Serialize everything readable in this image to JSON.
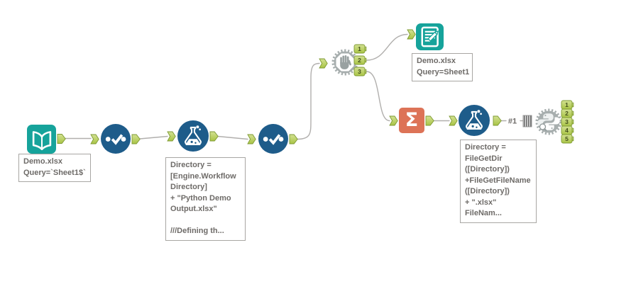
{
  "colors": {
    "teal": "#16a39b",
    "blue": "#1e5c8a",
    "salmon": "#dd7357",
    "gear_gray": "#a7aeae",
    "anchor_green": "#a9c445",
    "anchor_border": "#7e9a33",
    "wire_gray": "#b1afad",
    "annotation_text": "#6e6b68"
  },
  "tools": {
    "input_data": {
      "icon": "open-book-icon",
      "annotation": "Demo.xlsx\nQuery=`Sheet1$`"
    },
    "select_1": {
      "icon": "select-check-icon"
    },
    "formula_1": {
      "icon": "flask-icon",
      "annotation": "Directory =\n[Engine.Workflow\nDirectory]\n+ \"Python Demo\nOutput.xlsx\"\n\n///Defining th..."
    },
    "select_2": {
      "icon": "select-check-icon"
    },
    "block_until_done": {
      "icon": "stop-hand-gear-icon",
      "output_labels": [
        "1",
        "2",
        "3"
      ]
    },
    "output_data": {
      "icon": "write-document-icon",
      "annotation": "Demo.xlsx\nQuery=Sheet1"
    },
    "summarize": {
      "icon": "sigma-icon",
      "glyph": "Σ"
    },
    "formula_2": {
      "icon": "flask-icon",
      "annotation": "Directory =\nFileGetDir\n([Directory])\n+FileGetFileName\n([Directory])\n+ \".xlsx\"\nFileNam..."
    },
    "python": {
      "icon": "python-gear-icon",
      "output_labels": [
        "1",
        "2",
        "3",
        "4",
        "5"
      ]
    }
  },
  "labels": {
    "connection_tag": "#1"
  }
}
